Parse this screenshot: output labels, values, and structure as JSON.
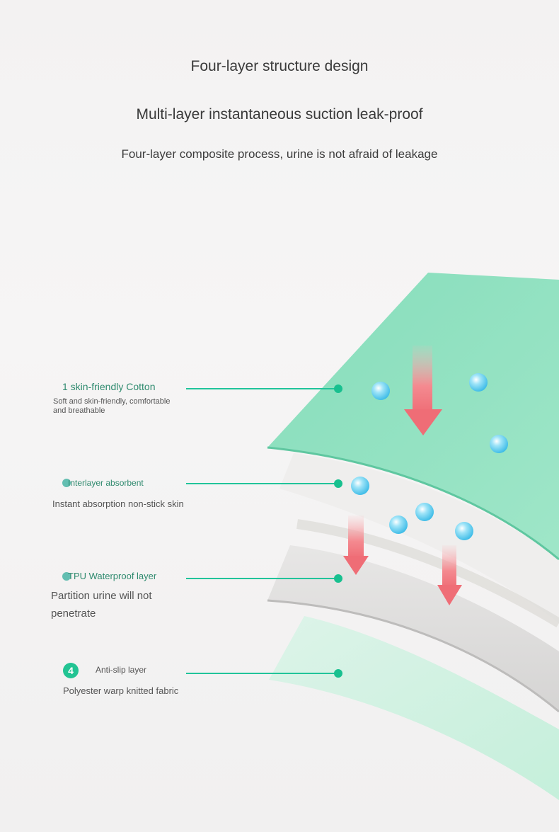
{
  "header": {
    "title": "Four-layer structure design",
    "subtitle": "Multi-layer instantaneous suction leak-proof",
    "tagline": "Four-layer composite process, urine is not afraid of leakage"
  },
  "layers": [
    {
      "title": "1 skin-friendly Cotton",
      "desc_line1": "Soft and skin-friendly, comfortable",
      "desc_line2": "and breathable"
    },
    {
      "title": "Interlayer absorbent",
      "desc_line1": "Instant absorption non-stick skin"
    },
    {
      "title": "TPU Waterproof layer",
      "desc_line1": "Partition urine will not",
      "desc_line2": "penetrate"
    },
    {
      "number": "4",
      "title": "Anti-slip layer",
      "desc_line1": "Polyester warp knitted fabric"
    }
  ],
  "colors": {
    "accent": "#21c49a",
    "cotton_layer": "#8fe0c0",
    "base_layer": "#c9f0dc",
    "arrow": "#f07a80",
    "droplet": "#6fd0f0"
  },
  "icons": [
    "droplet-icon",
    "down-arrow-icon"
  ]
}
